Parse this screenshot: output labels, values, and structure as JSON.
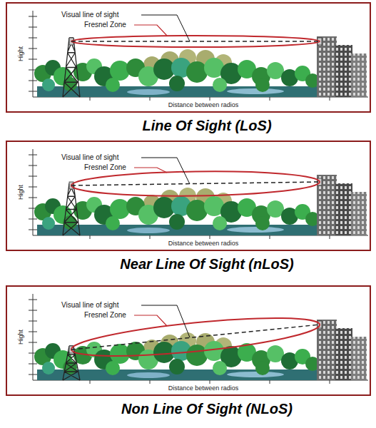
{
  "diagram": {
    "nodes": [
      {
        "text": [
          "Visual line of sight",
          "Fresnel Zone",
          "Hight",
          "Distance between radios",
          "Line Of Sight (LoS)"
        ]
      },
      {
        "text": [
          "Visual line of sight",
          "Fresnel Zone",
          "Hight",
          "Distance between radios",
          "Near Line Of Sight (nLoS)"
        ]
      },
      {
        "text": [
          "Visual line of sight",
          "Fresnel Zone",
          "Hight",
          "Distance between radios",
          "Non Line Of Sight (NLoS)"
        ]
      }
    ]
  }
}
